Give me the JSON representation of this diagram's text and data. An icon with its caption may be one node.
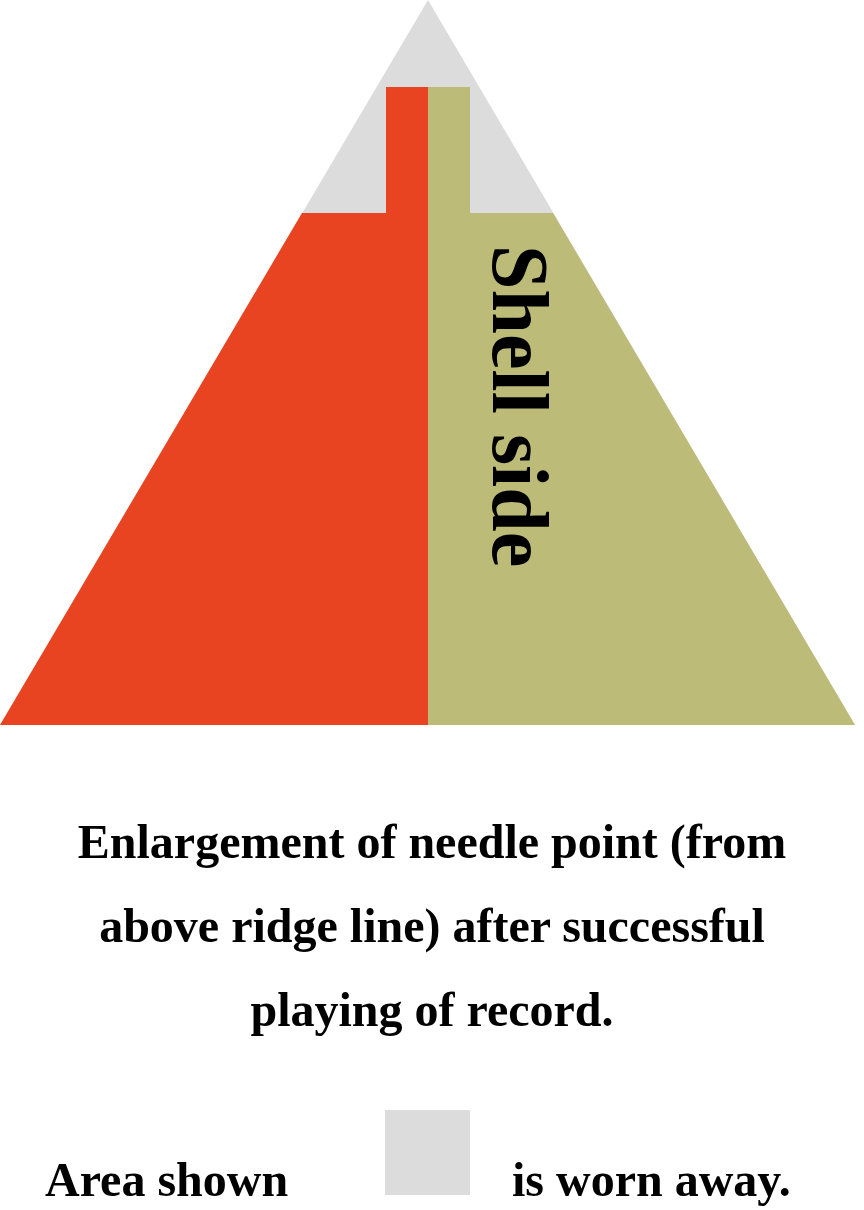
{
  "diagram": {
    "caption": "Enlargement of needle point (from above ridge line) after successful playing of record.",
    "labels": [
      "Shell side",
      "is worn away."
    ],
    "legend": [
      {
        "text": "Area shown",
        "color": "#dcdcdc"
      }
    ]
  }
}
